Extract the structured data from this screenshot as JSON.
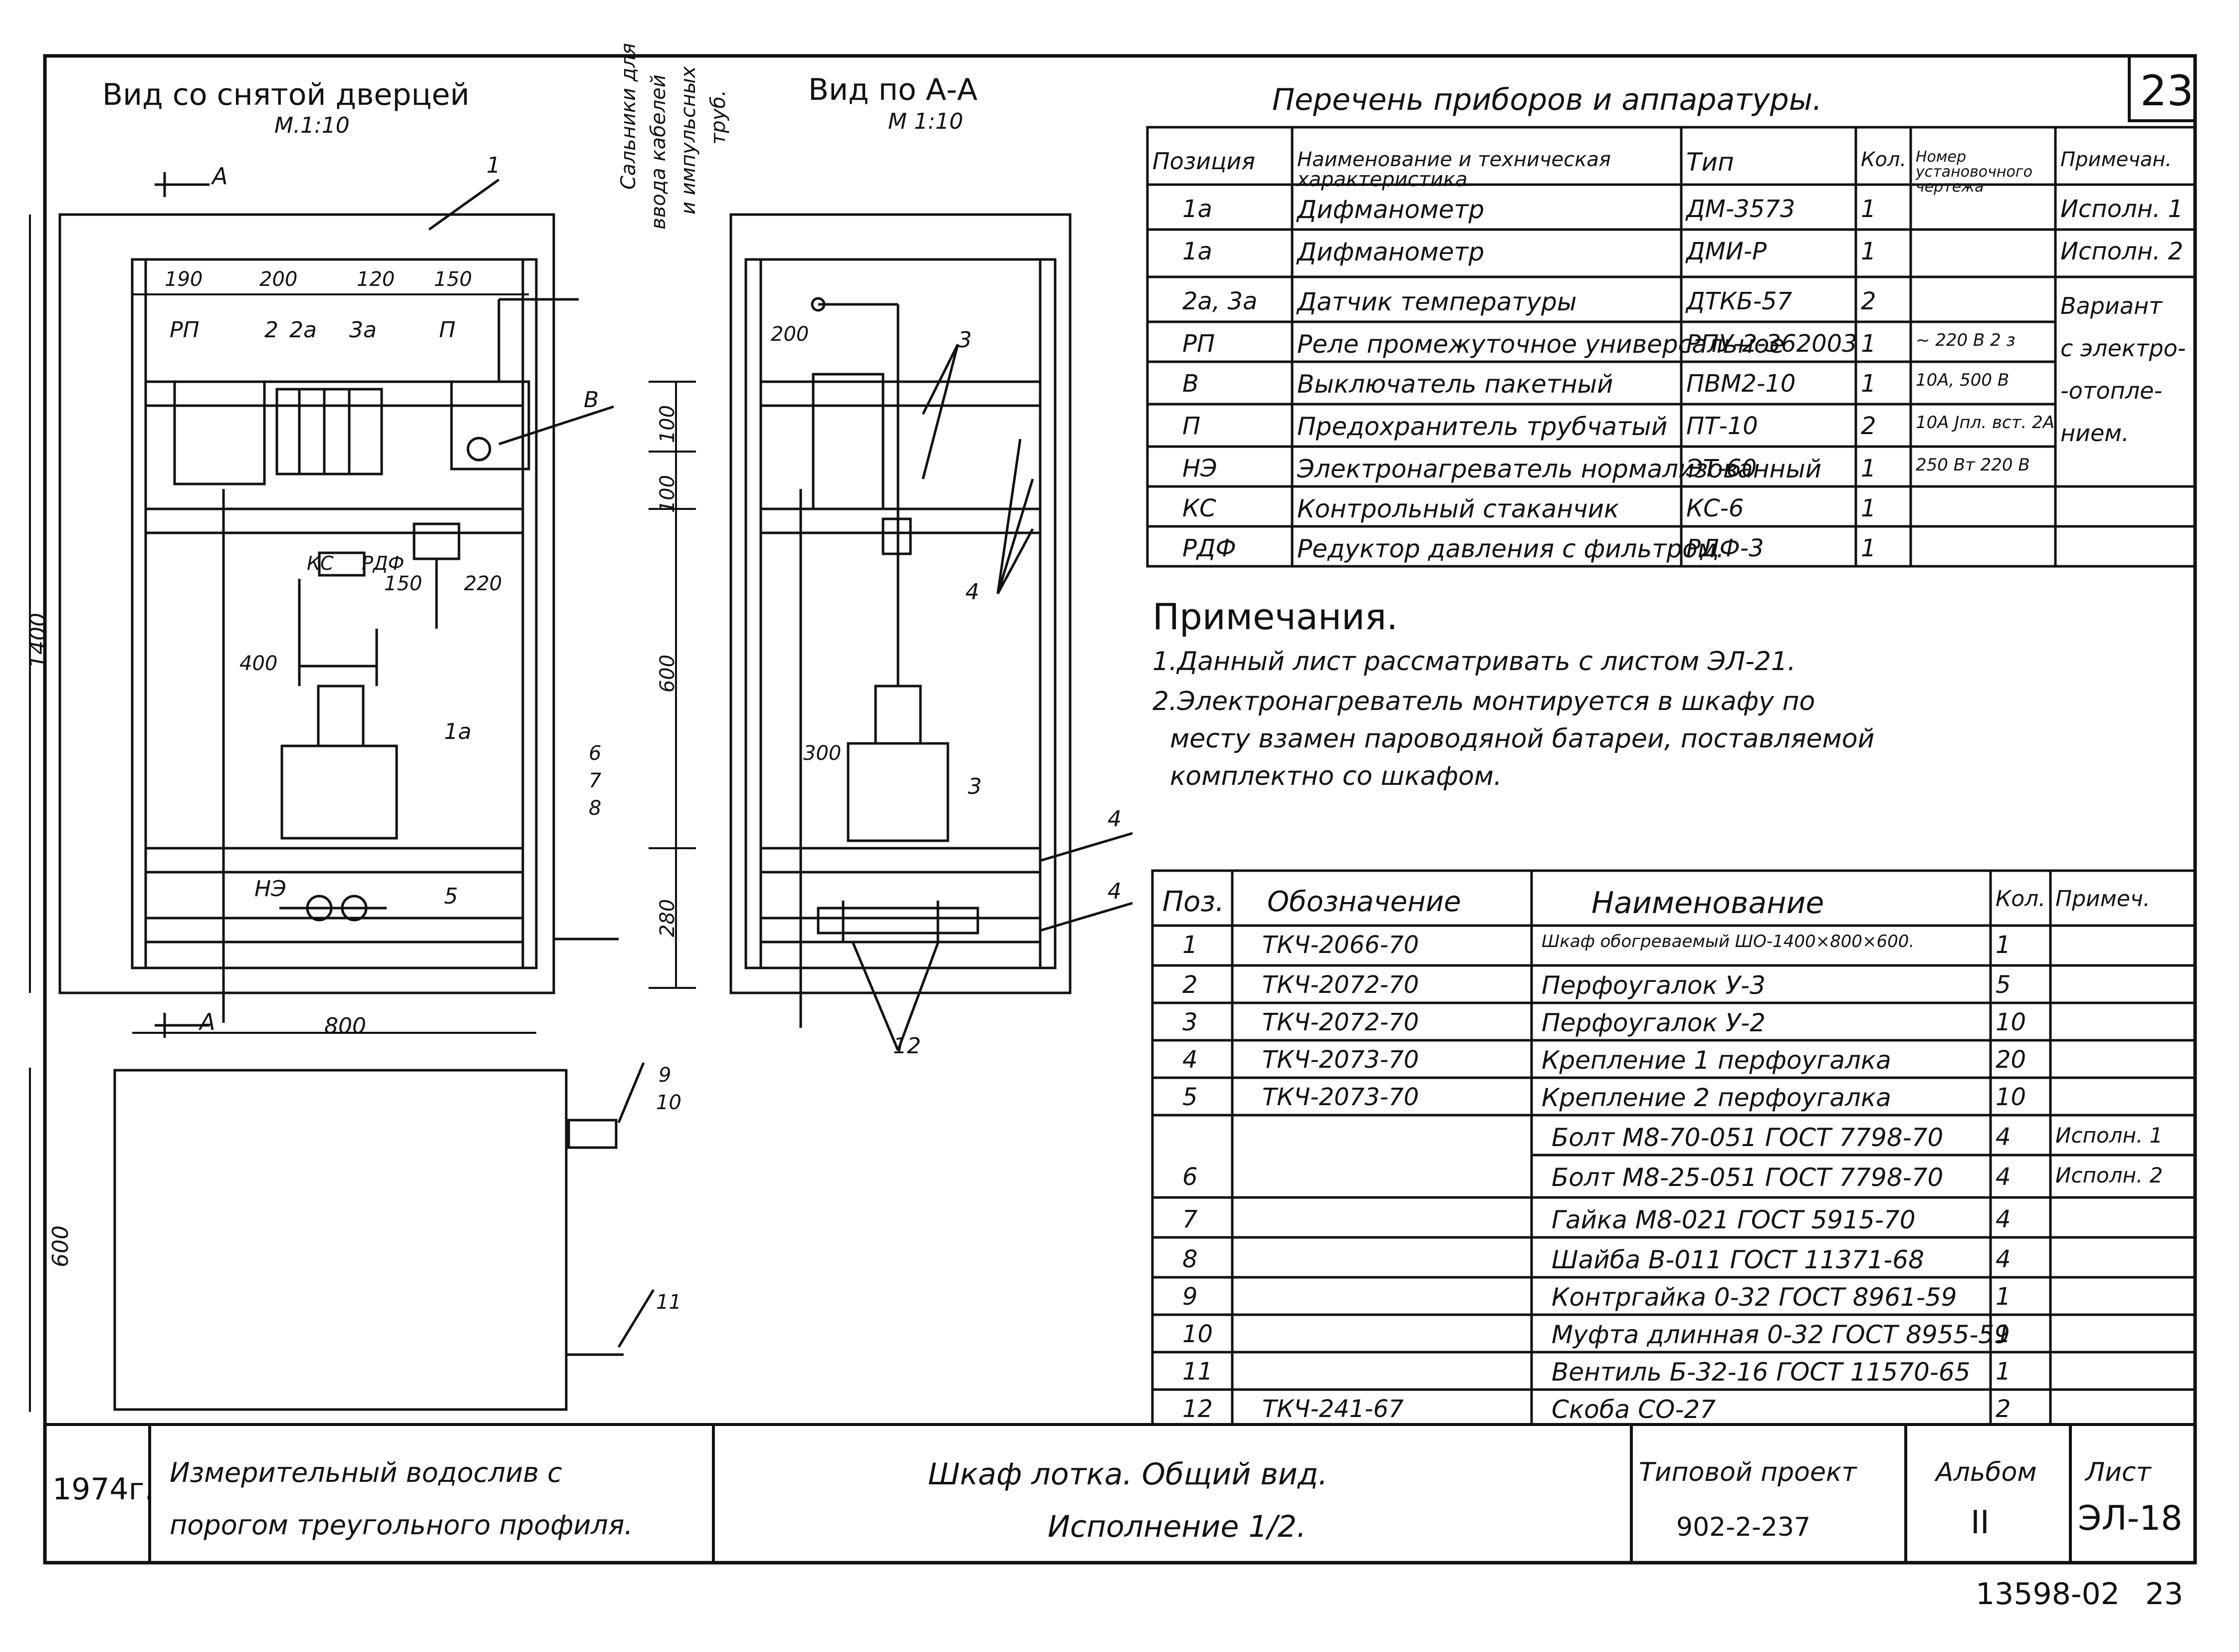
{
  "sheet": {
    "number": "23",
    "footer_code": "13598-02",
    "footer_page": "23"
  },
  "views": {
    "front_title": "Вид со снятой дверцей",
    "front_scale": "М.1:10",
    "section_title": "Вид по А-А",
    "section_scale": "М 1:10",
    "section_mark": "А",
    "gland_note": [
      "Сальники для",
      "ввода кабелей",
      "и импульсных",
      "труб."
    ],
    "front_top_dims": [
      "190",
      "200",
      "120",
      "150"
    ],
    "front_right_dims": [
      "100",
      "100",
      "600",
      "280"
    ],
    "front_height_dim": "1400",
    "front_width_dim": "800",
    "plan_depth_dim": "600",
    "front_inner_dims": [
      "400",
      "150",
      "220"
    ],
    "section_dims": [
      "200",
      "300"
    ],
    "front_labels": [
      "РП",
      "2",
      "2а",
      "3а",
      "П",
      "В",
      "КС",
      "РДФ",
      "1а",
      "НЭ",
      "5",
      "6",
      "7",
      "8",
      "9",
      "10",
      "11",
      "1"
    ],
    "section_labels": [
      "3",
      "4",
      "4",
      "4",
      "3",
      "12"
    ]
  },
  "equipment": {
    "title": "Перечень приборов и аппаратуры.",
    "headers": [
      "Позиция",
      "Наименование и техническая характеристика",
      "Тип",
      "Кол.",
      "Номер установочного чертежа",
      "Примечан."
    ],
    "rows": [
      [
        "1а",
        "Дифманометр",
        "ДМ-3573",
        "1",
        "",
        "Исполн. 1"
      ],
      [
        "1а",
        "Дифманометр",
        "ДМИ-Р",
        "1",
        "",
        "Исполн. 2"
      ],
      [
        "2а, 3а",
        "Датчик температуры",
        "ДТКБ-57",
        "2",
        "",
        ""
      ],
      [
        "РП",
        "Реле промежуточное универсальное",
        "РПУ-2-362003",
        "1",
        "~ 220 В 2 з",
        ""
      ],
      [
        "В",
        "Выключатель пакетный",
        "ПВМ2-10",
        "1",
        "10А, 500 В",
        ""
      ],
      [
        "П",
        "Предохранитель трубчатый",
        "ПТ-10",
        "2",
        "10А Јпл. вст. 2А",
        ""
      ],
      [
        "НЭ",
        "Электронагреватель нормализованный",
        "ЭТ-60",
        "1",
        "250 Вт 220 В",
        ""
      ],
      [
        "КС",
        "Контрольный стаканчик",
        "КС-6",
        "1",
        "",
        ""
      ],
      [
        "РДФ",
        "Редуктор давления с фильтром.",
        "РДФ-3",
        "1",
        "",
        ""
      ]
    ],
    "note_merged": [
      "Вариант",
      "с электро-",
      "-отопле-",
      "нием."
    ]
  },
  "notes": {
    "title": "Примечания.",
    "lines": [
      "1.Данный лист рассматривать с листом ЭЛ-21.",
      "2.Электронагреватель монтируется в шкафу по",
      "месту взамен пароводяной батареи, поставляемой",
      "комплектно со шкафом."
    ]
  },
  "spec": {
    "headers": [
      "Поз.",
      "Обозначение",
      "Наименование",
      "Кол.",
      "Примеч."
    ],
    "rows": [
      [
        "1",
        "ТКЧ-2066-70",
        "Шкаф обогреваемый ШО-1400×800×600.",
        "1",
        ""
      ],
      [
        "2",
        "ТКЧ-2072-70",
        "Перфоугалок У-3",
        "5",
        ""
      ],
      [
        "3",
        "ТКЧ-2072-70",
        "Перфоугалок У-2",
        "10",
        ""
      ],
      [
        "4",
        "ТКЧ-2073-70",
        "Крепление 1 перфоугалка",
        "20",
        ""
      ],
      [
        "5",
        "ТКЧ-2073-70",
        "Крепление 2 перфоугалка",
        "10",
        ""
      ],
      [
        "",
        "",
        "Болт М8-70-051 ГОСТ 7798-70",
        "4",
        "Исполн. 1"
      ],
      [
        "6",
        "",
        "Болт М8-25-051 ГОСТ 7798-70",
        "4",
        "Исполн. 2"
      ],
      [
        "7",
        "",
        "Гайка М8-021 ГОСТ 5915-70",
        "4",
        ""
      ],
      [
        "8",
        "",
        "Шайба В-011 ГОСТ 11371-68",
        "4",
        ""
      ],
      [
        "9",
        "",
        "Контргайка 0-32 ГОСТ 8961-59",
        "1",
        ""
      ],
      [
        "10",
        "",
        "Муфта длинная 0-32 ГОСТ 8955-59",
        "1",
        ""
      ],
      [
        "11",
        "",
        "Вентиль Б-32-16 ГОСТ 11570-65",
        "1",
        ""
      ],
      [
        "12",
        "ТКЧ-241-67",
        "Скоба СО-27",
        "2",
        ""
      ]
    ]
  },
  "title_block": {
    "year": "1974г.",
    "object": [
      "Измерительный водослив с",
      "порогом треугольного профиля."
    ],
    "sheet_name": [
      "Шкаф лотка. Общий вид.",
      "Исполнение 1/2."
    ],
    "project_label": "Типовой проект",
    "project_number": "902-2-237",
    "album_label": "Альбом",
    "album_value": "II",
    "list_label": "Лист",
    "list_value": "ЭЛ-18"
  }
}
